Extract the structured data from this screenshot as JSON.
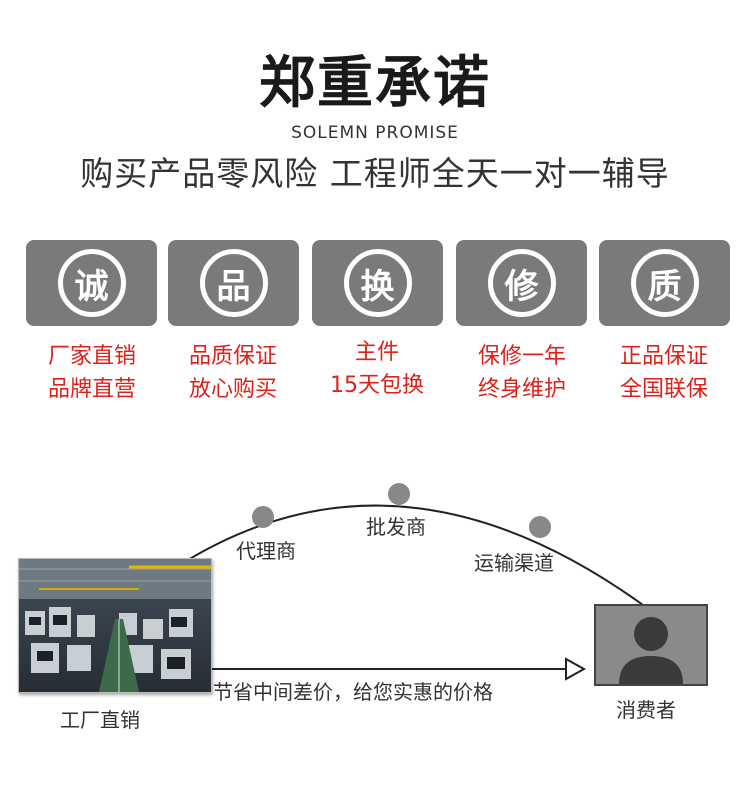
{
  "header": {
    "title": "郑重承诺",
    "subtitle_en": "SOLEMN PROMISE",
    "slogan": "购买产品零风险  工程师全天一对一辅导"
  },
  "promises": [
    {
      "badge": "诚",
      "line1": "厂家直销",
      "line2": "品牌直营"
    },
    {
      "badge": "品",
      "line1": "品质保证",
      "line2": "放心购买"
    },
    {
      "badge": "换",
      "line1": "主件",
      "line2": "15天包换"
    },
    {
      "badge": "修",
      "line1": "保修一年",
      "line2": "终身维护"
    },
    {
      "badge": "质",
      "line1": "正品保证",
      "line2": "全国联保"
    }
  ],
  "flow": {
    "agent": "代理商",
    "wholesaler": "批发商",
    "channel": "运输渠道",
    "direct_arrow_text": "节省中间差价，给您实惠的价格",
    "factory_label": "工厂直销",
    "consumer_label": "消费者"
  },
  "colors": {
    "card": "#7a7a7a",
    "promise_text": "#e0201a",
    "node": "#888888"
  }
}
